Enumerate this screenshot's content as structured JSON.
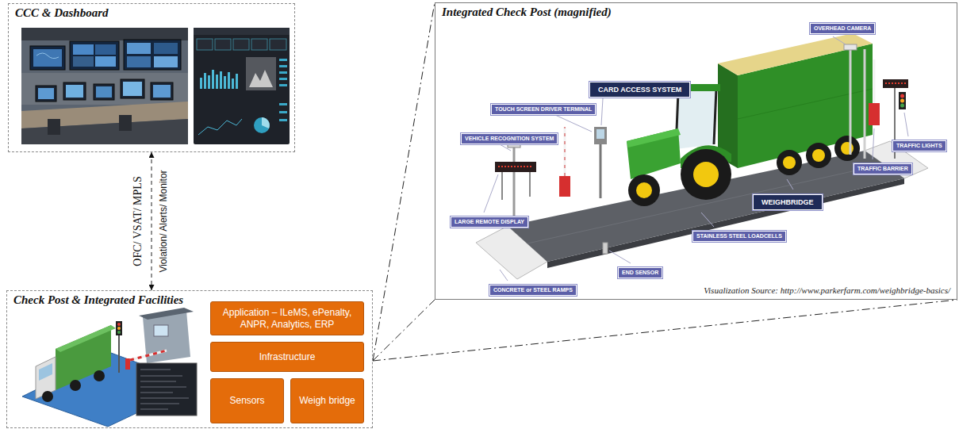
{
  "diagram": {
    "nodes": [
      {
        "text": [
          "CCC & Dashboard"
        ]
      },
      {
        "text": [
          "Integrated Check Post (magnified)"
        ]
      },
      {
        "text": [
          "OVERHEAD CAMERA"
        ],
        "in": 1
      },
      {
        "text": [
          "CARD ACCESS SYSTEM"
        ],
        "in": 1
      },
      {
        "text": [
          "TOUCH SCREEN DRIVER TERMINAL"
        ],
        "in": 1
      },
      {
        "text": [
          "VEHICLE RECOGNITION SYSTEM"
        ],
        "in": 1
      },
      {
        "text": [
          "TRAFFIC LIGHTS"
        ],
        "in": 1
      },
      {
        "text": [
          "TRAFFIC BARRIER"
        ],
        "in": 1
      },
      {
        "text": [
          "WEIGHBRIDGE"
        ],
        "in": 1
      },
      {
        "text": [
          "LARGE REMOTE DISPLAY"
        ],
        "in": 1
      },
      {
        "text": [
          "STAINLESS STEEL LOADCELLS"
        ],
        "in": 1
      },
      {
        "text": [
          "END SENSOR"
        ],
        "in": 1
      },
      {
        "text": [
          "CONCRETE or STEEL RAMPS"
        ],
        "in": 1
      },
      {
        "text": [
          "Check Post & Integrated Facilities"
        ]
      },
      {
        "text": [
          "Application – ILeMS, ePenalty, ANPR, Analytics, ERP"
        ],
        "in": 13
      },
      {
        "text": [
          "Infrastructure"
        ],
        "in": 13
      },
      {
        "text": [
          "Sensors"
        ],
        "in": 13
      },
      {
        "text": [
          "Weigh bridge"
        ],
        "in": 13
      }
    ],
    "edges": [
      {
        "from": 0,
        "to": 13,
        "arrow": "both",
        "label": "OFC/ VSAT/ MPLS"
      },
      {
        "from": 13,
        "to": 1,
        "arrow": "none"
      }
    ],
    "labels": [
      "Violation/ Alerts/ Monitor",
      "Visualization Source: http://www.parkerfarm.com/weighbridge-basics/"
    ]
  }
}
